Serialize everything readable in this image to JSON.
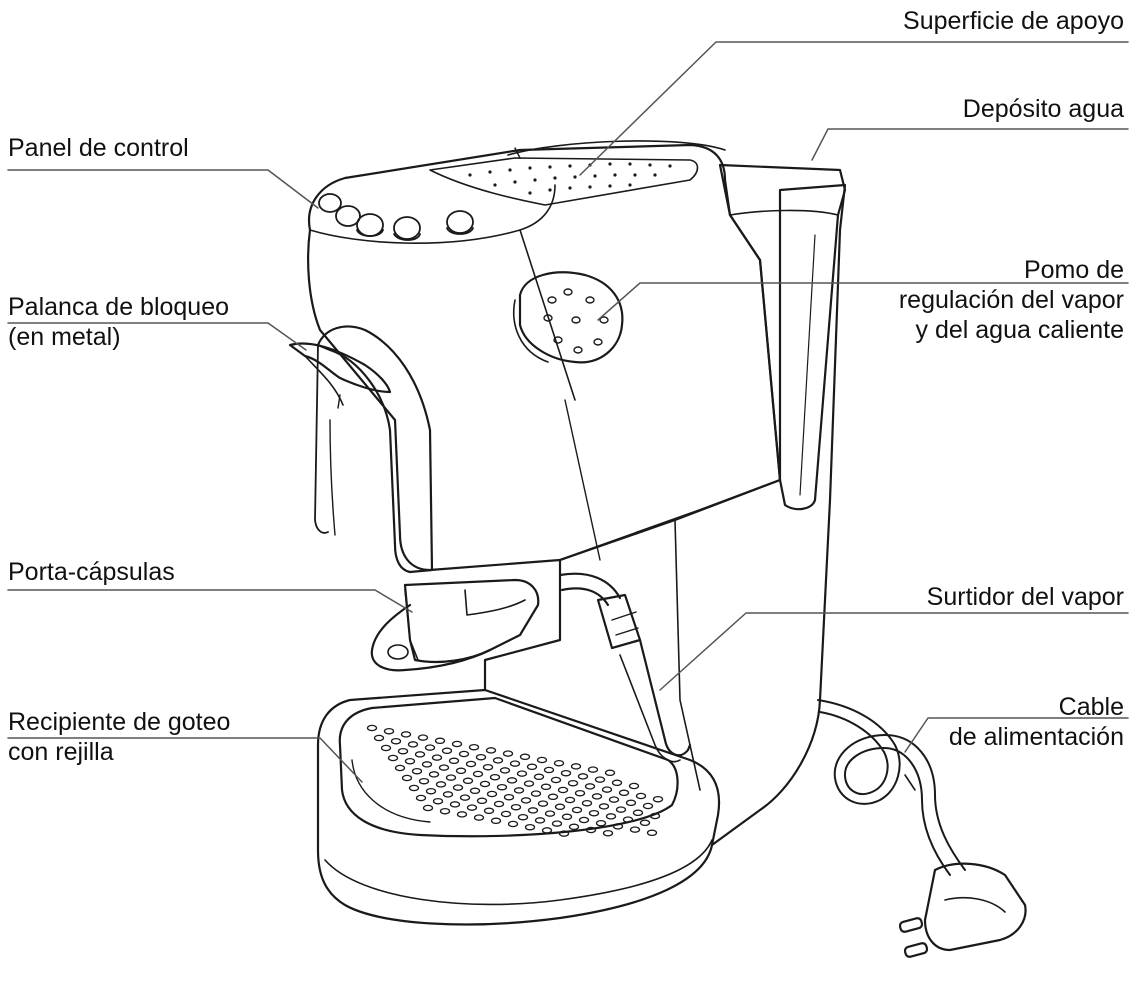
{
  "colors": {
    "ink": "#1a1a1a",
    "leader": "#555555",
    "background": "#ffffff"
  },
  "labels": {
    "superficie": [
      "Superficie de apoyo"
    ],
    "deposito": [
      "Depósito agua"
    ],
    "panel": [
      "Panel de control"
    ],
    "pomo": [
      "Pomo de",
      "regulación del vapor",
      "y del agua caliente"
    ],
    "palanca": [
      "Palanca de bloqueo",
      "(en metal)"
    ],
    "porta": [
      "Porta-cápsulas"
    ],
    "surtidor": [
      "Surtidor del vapor"
    ],
    "recipiente": [
      "Recipiente de goteo",
      "con rejilla"
    ],
    "cable": [
      "Cable",
      "de alimentación"
    ]
  }
}
